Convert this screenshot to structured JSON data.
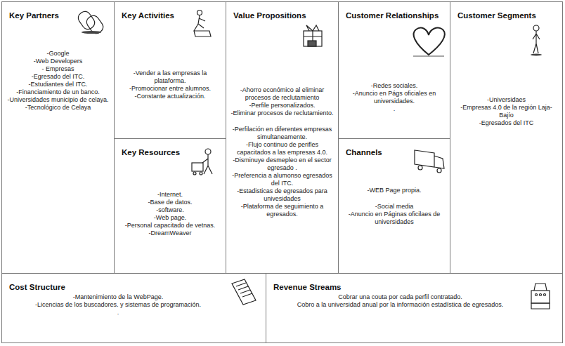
{
  "diagram": {
    "nodes": [
      {
        "text": [
          "Key Partners",
          "-Google",
          "-Web Developers",
          "- Empresas",
          "-Egresado del ITC.",
          "-Estudiantes del ITC.",
          "-Financiamiento de un banco.",
          "-Universidades municipio de celaya.",
          "-Tecnológico de Celaya"
        ]
      },
      {
        "text": [
          "Key Activities",
          "-Vender a las empresas la plataforma.",
          "-Promocionar entre alumnos.",
          "-Constante actualización."
        ]
      },
      {
        "text": [
          "Key Resources",
          "-Internet.",
          "-Base de datos.",
          "-software.",
          "-Web page.",
          "-Personal capacitado de vetnas.",
          "-DreamWeaver"
        ]
      },
      {
        "text": [
          "Value Propositions",
          "-Ahorro económico al eliminar procesos de reclutamiento",
          "-Perfile personalizados.",
          "-Eliminar procesos de reclutamiento.",
          "-Perfilación en diferentes empresas simultaneamente.",
          "-Flujo continuo de perifles capacitados a las empresas 4.0.",
          "-Disminuye desmepleo en el sector egresado .",
          "-Preferencia a alumonso egresados del ITC.",
          "-Estadisticas de egresados para univesidades",
          "-Plataforma de seguimiento a egresados."
        ]
      },
      {
        "text": [
          "Customer Relationships",
          "-Redes sociales.",
          "-Anuncio en Págs oficiales en universidades.",
          "."
        ]
      },
      {
        "text": [
          "Channels",
          "-WEB Page propia.",
          "-Social media",
          "-Anuncio en Páginas oficilaes de universidades"
        ]
      },
      {
        "text": [
          "Customer Segments",
          "-Universidaes",
          "-Empresas 4.0 de la región Laja-Bajío",
          "-Egresados del ITC"
        ]
      },
      {
        "text": [
          "Cost Structure",
          "-Mantenimiento de la WebPage.",
          "-Licencias de los buscadores. y sistemas de programación.",
          "."
        ]
      },
      {
        "text": [
          "Revenue Streams",
          "Cobrar una couta por cada perfil contratado.",
          "Cobro a la universidad anual por la información estadística de egresados."
        ]
      }
    ]
  }
}
